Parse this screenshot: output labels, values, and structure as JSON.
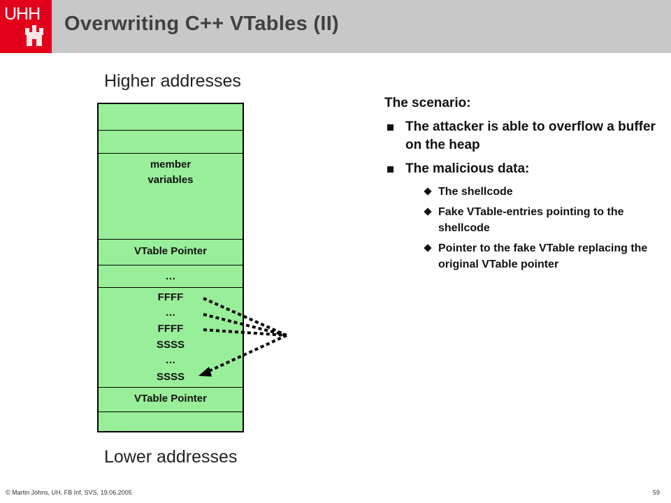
{
  "header": {
    "logo_text": "UHH",
    "title": "Overwriting C++ VTables (II)"
  },
  "diagram": {
    "higher_label": "Higher addresses",
    "lower_label": "Lower addresses",
    "cells": {
      "member_1": "member",
      "member_2": "variables",
      "vtable_pointer_top": "VTable Pointer",
      "ellipsis": "…",
      "payload": [
        "FFFF",
        "…",
        "FFFF",
        "SSSS",
        "…",
        "SSSS"
      ],
      "vtable_pointer_bottom": "VTable Pointer"
    }
  },
  "text": {
    "scenario": "The scenario:",
    "bullets": [
      "The attacker is able to overflow a buffer on the heap",
      "The malicious data:"
    ],
    "sub_bullets": [
      "The shellcode",
      "Fake VTable-entries pointing to the shellcode",
      "Pointer to the fake VTable replacing the original VTable pointer"
    ]
  },
  "footer": {
    "credit": "© Martin Johns, UH, FB Inf, SVS, 19.06.2005",
    "page": "59"
  },
  "colors": {
    "header_bg": "#c8c8c8",
    "logo_red": "#e3001b",
    "stack_fill": "#99ee99"
  }
}
